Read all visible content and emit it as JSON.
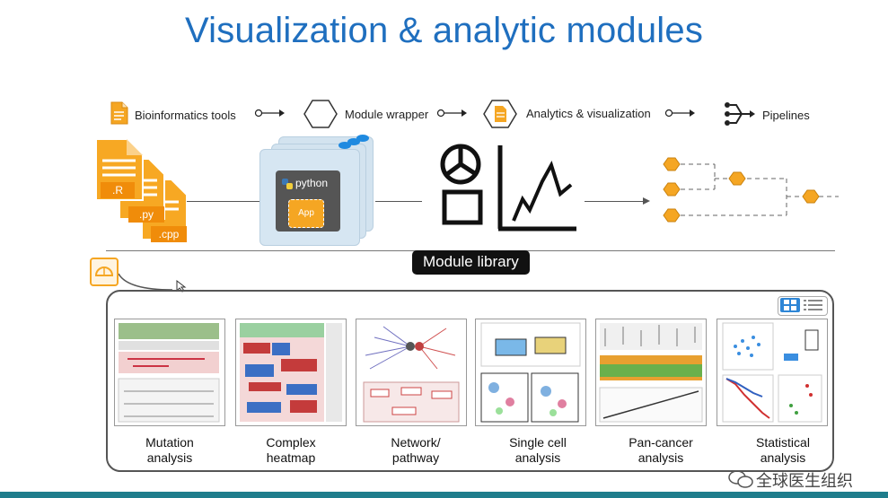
{
  "title": "Visualization & analytic modules",
  "flow": {
    "steps": [
      {
        "label": "Bioinformatics tools",
        "icon": "document-icon"
      },
      {
        "label": "Module wrapper",
        "icon": "hexagon-icon"
      },
      {
        "label": "Analytics & visualization",
        "icon": "hexagon-document-icon"
      },
      {
        "label": "Pipelines",
        "icon": "pipeline-icon"
      }
    ]
  },
  "files": [
    ".R",
    ".py",
    ".cpp"
  ],
  "wrapper": {
    "language": "python",
    "app_label": "App"
  },
  "module_library_label": "Module library",
  "modules": [
    {
      "label": "Mutation\nanalysis"
    },
    {
      "label": "Complex\nheatmap"
    },
    {
      "label": "Network/\npathway"
    },
    {
      "label": "Single cell\nanalysis"
    },
    {
      "label": "Pan-cancer\nanalysis"
    },
    {
      "label": "Statistical\nanalysis"
    }
  ],
  "watermark": "全球医生组织",
  "colors": {
    "title": "#1f6fbf",
    "accent_orange": "#f5a623",
    "bottom_bar": "#1f7d8c"
  }
}
